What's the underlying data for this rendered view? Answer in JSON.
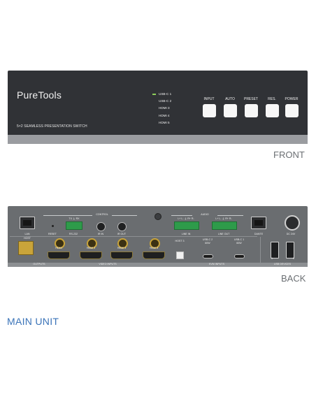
{
  "front": {
    "brand": "PureTools",
    "subtitle": "5×2 SEAMLESS PRESENTATION SWITCH",
    "inputs": [
      "USB-C 1",
      "USB-C 2",
      "HDMI 3",
      "HDMI 4",
      "HDMI 5"
    ],
    "buttons": [
      "INPUT",
      "AUTO",
      "PRESET",
      "RES.",
      "POWER"
    ],
    "caption": "FRONT"
  },
  "back": {
    "sections": {
      "control": "CONTROL",
      "audio": "AUDIO",
      "outputs": "OUTPUTS",
      "video_inputs": "VIDEO INPUTS",
      "kvm_inputs": "KVM INPUTS",
      "usb_devices": "USB DEVICES"
    },
    "labels": {
      "lan": "LAN",
      "host": "HOST",
      "reset": "RESET",
      "rs232_pins": "TX  ⏚  RX",
      "rs232": "RS-232",
      "ir_in": "IR IN",
      "ir_out": "IR OUT",
      "line_in_pins": "L+ L-  ⏚  R+ R-",
      "line_in": "LINE IN",
      "line_out_pins": "L+ L-  ⏚  R+ R-",
      "line_out": "LINE OUT",
      "dante": "DANTE",
      "dc": "DC 24V",
      "hdmi_out": "HDMI",
      "hdmi3": "HDMI 3",
      "hdmi4": "HDMI 4",
      "hdmi5": "HDMI 5",
      "host3": "HOST 3",
      "usbc2": "USB-C 2",
      "usbc2_power": "60W",
      "usbc1": "USB-C 1",
      "usbc1_power": "60W",
      "usb_1": "1",
      "usb_2": "2"
    },
    "caption": "BACK"
  },
  "main_title": "MAIN UNIT",
  "colors": {
    "panel": "#303236",
    "back_panel": "#6a6d70",
    "led": "#8ed05a",
    "title": "#3a73b8",
    "caption": "#6b6f73"
  }
}
